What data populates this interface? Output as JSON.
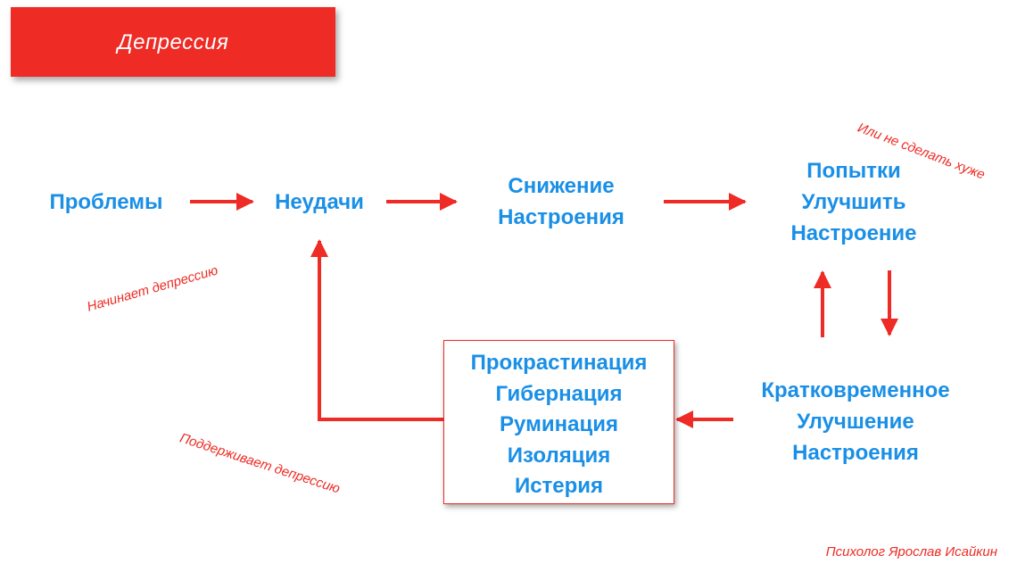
{
  "title": "Депрессия",
  "nodes": {
    "problems": "Проблемы",
    "failures": "Неудачи",
    "mood_decrease": [
      "Снижение",
      "Настроения"
    ],
    "improve_attempts": [
      "Попытки",
      "Улучшить",
      "Настроение"
    ],
    "short_term": [
      "Кратковременное",
      "Улучшение",
      "Настроения"
    ],
    "tactics": [
      "Прокрастинация",
      "Гибернация",
      "Руминация",
      "Изоляция",
      "Истерия"
    ]
  },
  "notes": {
    "or_worse": "Или не сделать хуже",
    "starts": "Начинает  депрессию",
    "maintains": "Поддерживает депрессию"
  },
  "credit": "Психолог Ярослав Исайкин",
  "colors": {
    "accent_red": "#ee2b24",
    "node_blue": "#1a8fe6",
    "banner_text": "#ffffff"
  }
}
